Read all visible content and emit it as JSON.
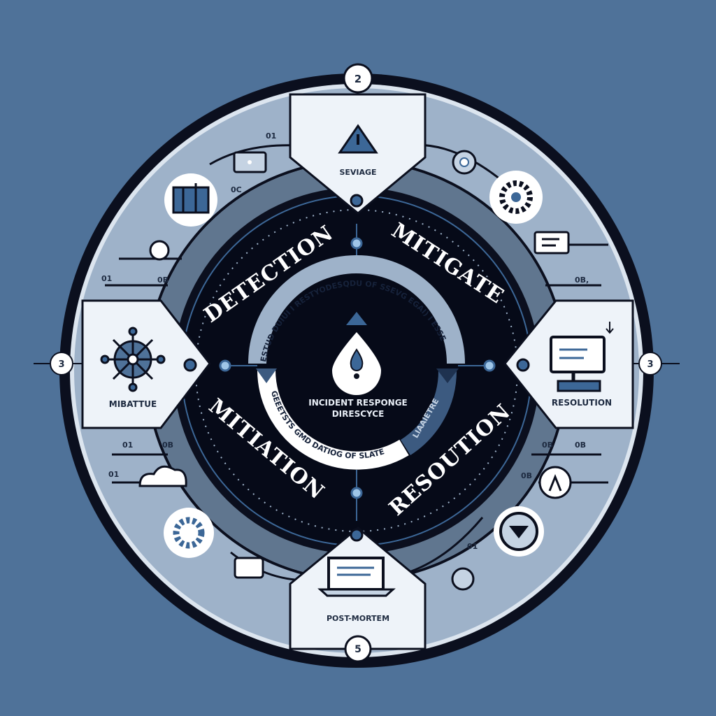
{
  "colors": {
    "background": "#4f7299",
    "outer_ring": "#0b0f1e",
    "light_ring": "#9eb2c9",
    "mid_band": "#60768f",
    "core": "#060a18",
    "node": "#eef3f9",
    "accent": "#3c6797"
  },
  "center": {
    "title_line1": "INCIDENT RESPONGE",
    "title_line2": "DIRESCYCE",
    "icon": "drop-alert-icon"
  },
  "inner_arc": {
    "top_text": "ESTUD DUIUI I RESTYODESQDU OF SSEVG EGAI) I ESSE",
    "bottom_text": "GEEETSTS GMD DATIOG OF SLATE",
    "right_text": "LIAAIETRE"
  },
  "ring_labels": {
    "top_left": "DETECTION",
    "top_right": "MITIGATE",
    "bottom_left": "MITIATION",
    "bottom_right": "RESOUTION"
  },
  "nodes": {
    "top": {
      "label": "SEVIAGE",
      "number": "2",
      "icon": "warning-icon"
    },
    "left": {
      "label": "MIBATTUE",
      "number": "3",
      "icon": "network-hub-icon"
    },
    "right": {
      "label": "RESOLUTION",
      "number": "3",
      "icon": "computer-icon"
    },
    "bottom": {
      "label": "POST-MORTEM",
      "number": "5",
      "icon": "laptop-icon"
    }
  },
  "small_labels": {
    "tl1": "01",
    "tl2": "0C",
    "tl3": "0B",
    "tl4": "01",
    "tr1": "0B,",
    "bl1": "01",
    "bl2": "0B",
    "bl3": "01",
    "br1": "0B",
    "br2": "0B",
    "br3": "0B",
    "br4": "01"
  }
}
